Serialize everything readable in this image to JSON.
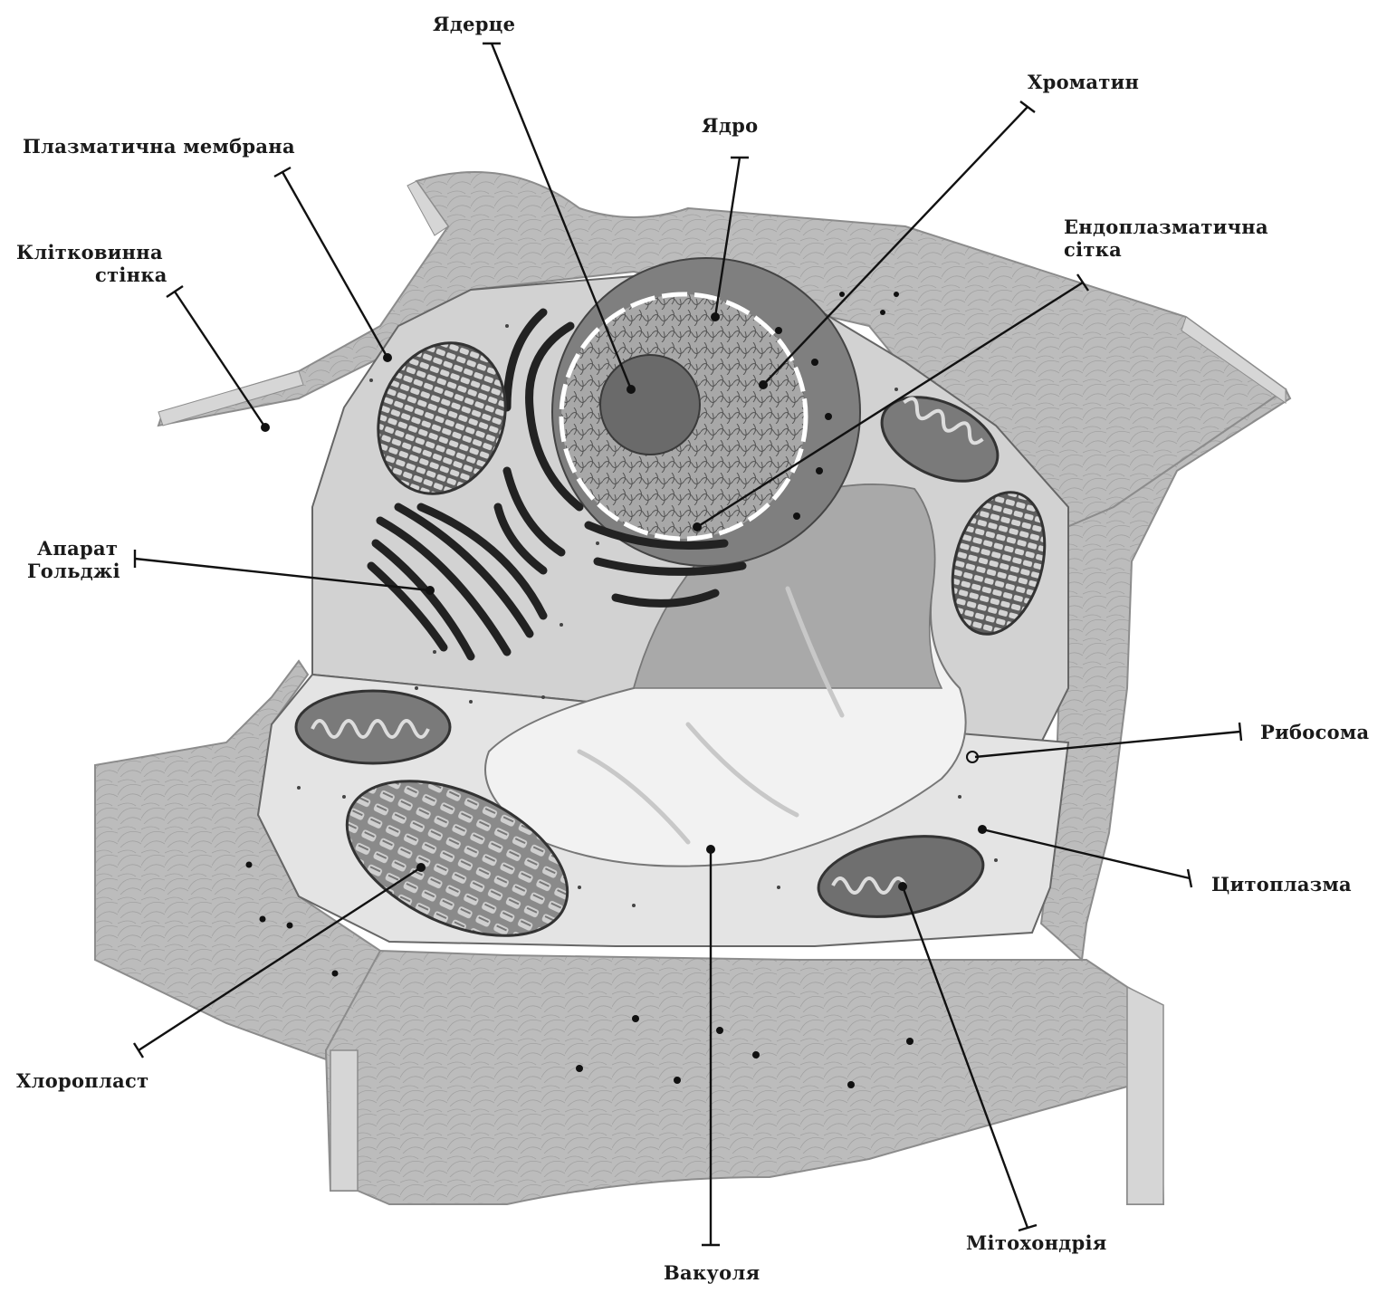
{
  "labels": {
    "nucleolus": "Ядерце",
    "chromatin": "Хроматин",
    "nucleus": "Ядро",
    "plasma_membrane": "Плазматична мембрана",
    "cell_wall_line1": "Клітковинна",
    "cell_wall_line2": "стінка",
    "er_line1": "Ендоплазматична",
    "er_line2": "сітка",
    "golgi_line1": "Апарат",
    "golgi_line2": "Гольджі",
    "ribosome": "Рибосома",
    "cytoplasm": "Цитоплазма",
    "chloroplast": "Хлоропласт",
    "mitochondrion": "Мітохондрія",
    "vacuole": "Вакуоля"
  },
  "colors": {
    "wall": "#b9b9b9",
    "wall_edge": "#8c8c8c",
    "cytoplasm": "#e6e6e6",
    "vacuole": "#f4f4f4",
    "nucleus": "#9a9a9a",
    "organelle": "#7a7a7a",
    "ink": "#111111"
  }
}
